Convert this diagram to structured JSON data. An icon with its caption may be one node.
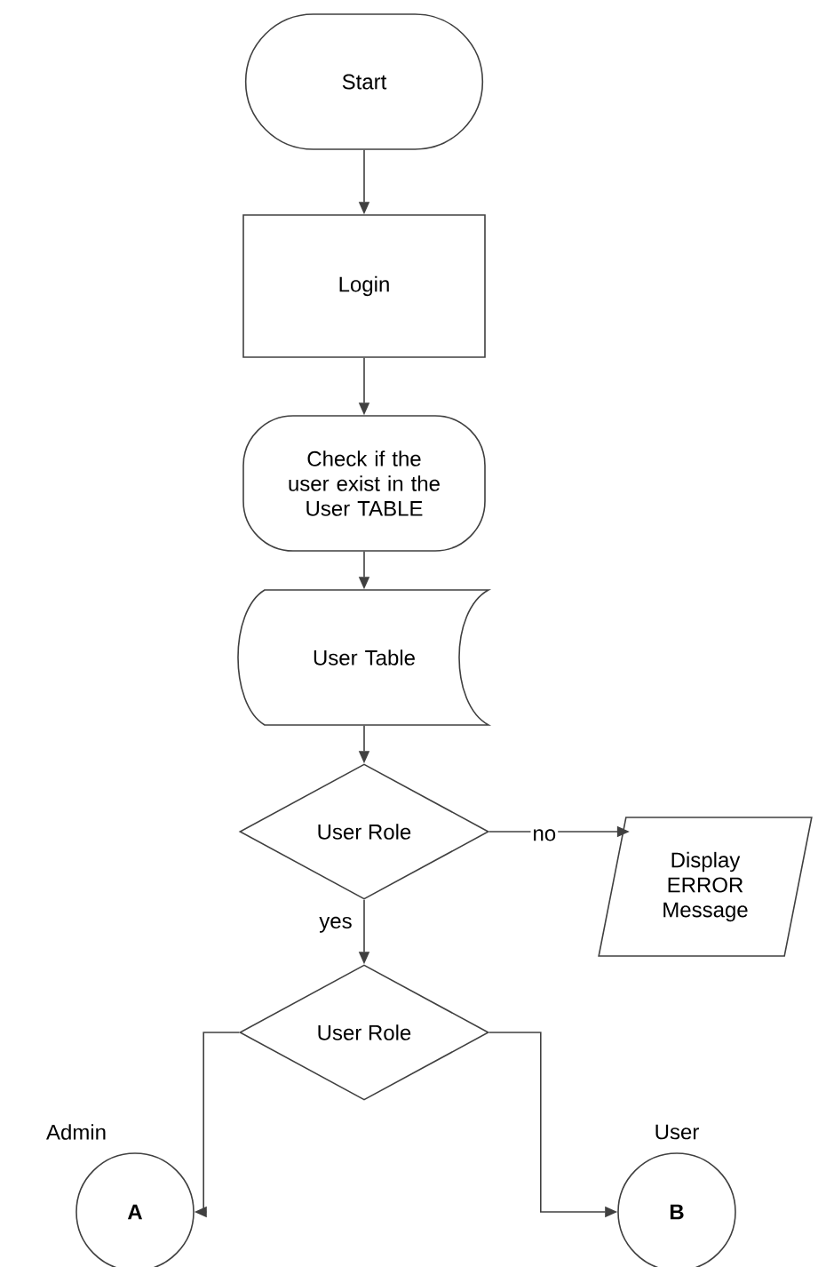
{
  "diagram": {
    "nodes": [
      {
        "text": [
          "Start"
        ]
      },
      {
        "text": [
          "Login"
        ]
      },
      {
        "text": [
          "Check if the user exist in the User TABLE"
        ]
      },
      {
        "text": [
          "User Table"
        ]
      },
      {
        "text": [
          "User Role"
        ]
      },
      {
        "text": [
          "Display ERROR Message"
        ]
      },
      {
        "text": [
          "User Role"
        ]
      },
      {
        "text": [
          "A"
        ],
        "beside": [
          "Admin"
        ]
      },
      {
        "text": [
          "B"
        ],
        "beside": [
          "User"
        ]
      }
    ],
    "edges": [
      {
        "from": 0,
        "to": 1,
        "arrow": "to"
      },
      {
        "from": 1,
        "to": 2,
        "arrow": "to"
      },
      {
        "from": 2,
        "to": 3,
        "arrow": "to"
      },
      {
        "from": 3,
        "to": 4,
        "arrow": "to"
      },
      {
        "from": 4,
        "to": 5,
        "arrow": "to",
        "label": "no"
      },
      {
        "from": 4,
        "to": 6,
        "arrow": "to",
        "label": "yes"
      },
      {
        "from": 6,
        "to": 7,
        "arrow": "to"
      },
      {
        "from": 6,
        "to": 8,
        "arrow": "to"
      }
    ]
  }
}
